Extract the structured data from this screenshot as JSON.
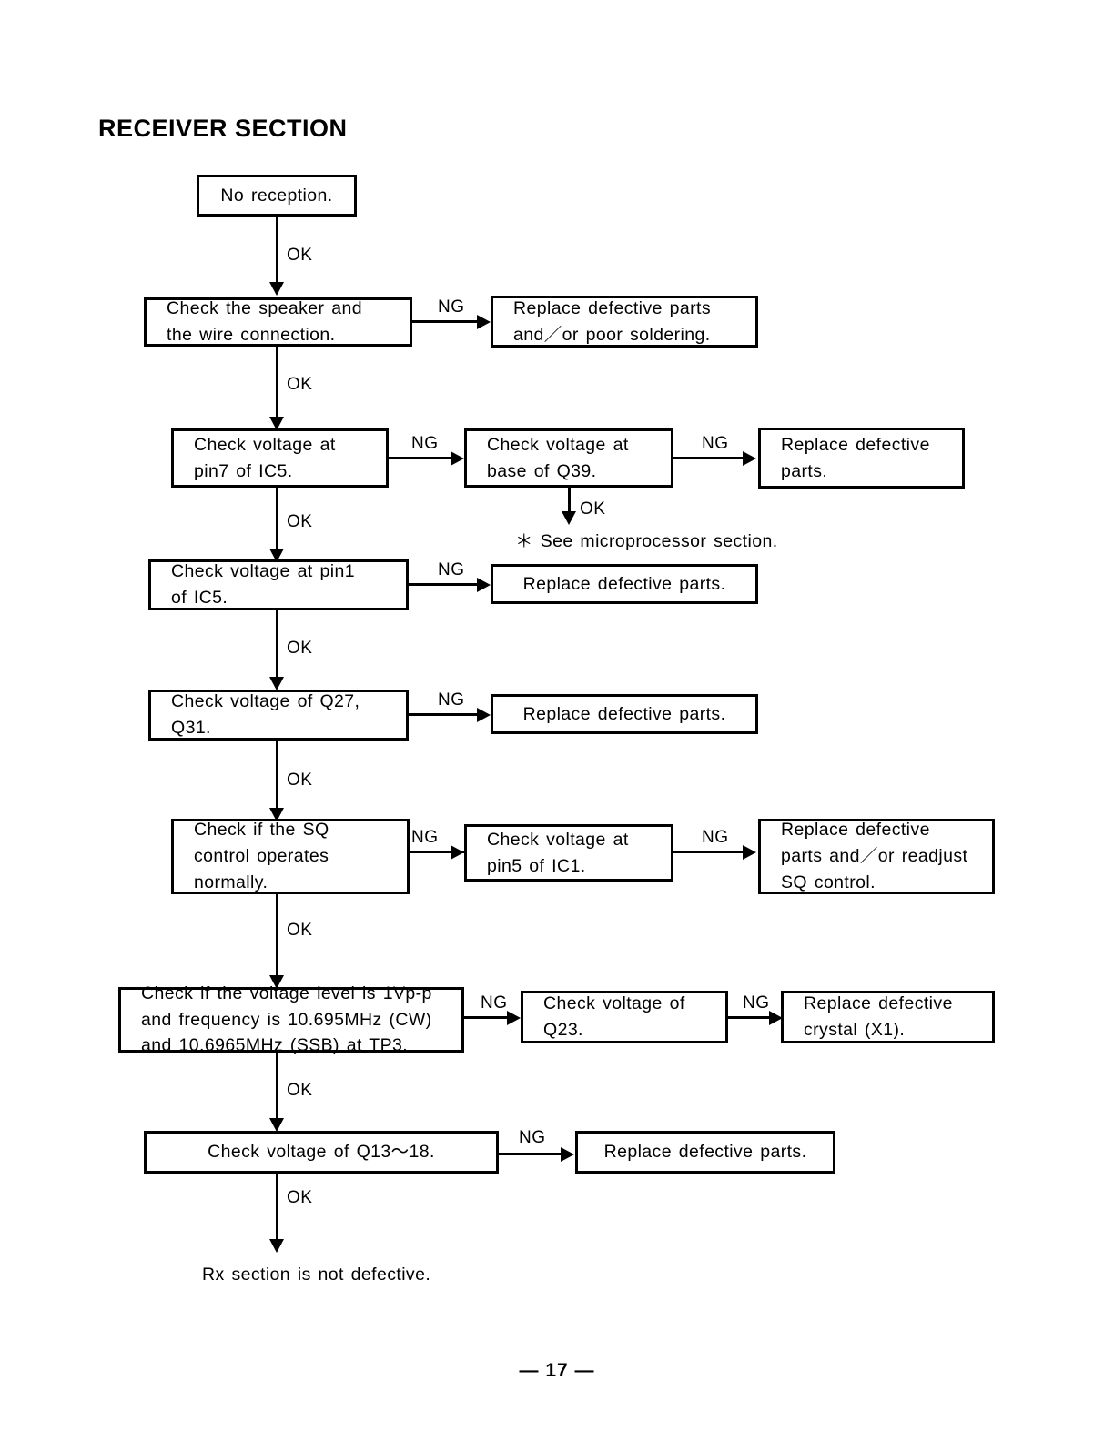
{
  "page": {
    "title": "RECEIVER SECTION",
    "page_number": "— 17 —"
  },
  "labels": {
    "ok": "OK",
    "ng": "NG"
  },
  "nodes": {
    "start": "No reception.",
    "check_speaker": "Check the speaker and\nthe wire connection.",
    "replace_speaker": "Replace defective parts\nand／or poor soldering.",
    "check_ic5_pin7": "Check voltage at\npin7 of IC5.",
    "check_q39_base": "Check voltage at\nbase of Q39.",
    "replace_parts_1": "Replace defective\nparts.",
    "micro_note": "＊ See microprocessor section.",
    "check_ic5_pin1": "Check voltage at pin1\nof IC5.",
    "replace_parts_2": "Replace defective parts.",
    "check_q27_q31": "Check voltage of Q27,\nQ31.",
    "replace_parts_3": "Replace defective parts.",
    "check_sq": "Check if the SQ\ncontrol operates\nnormally.",
    "check_ic1_pin5": "Check voltage at\npin5 of IC1.",
    "replace_sq": "Replace defective\nparts and／or readjust\nSQ control.",
    "check_level": "Check if the voltage level is 1Vp-p\nand frequency is 10.695MHz (CW)\nand 10.6965MHz (SSB) at TP3.",
    "check_q23": "Check voltage of\nQ23.",
    "replace_crystal": "Replace defective\ncrystal (X1).",
    "check_q13_18": "Check voltage of Q13～18.",
    "replace_parts_4": "Replace defective parts.",
    "end": "Rx section is not defective."
  },
  "chart_data": {
    "type": "diagram",
    "title": "RECEIVER SECTION",
    "diagram_kind": "troubleshooting-flowchart",
    "nodes": [
      {
        "id": "start",
        "text": "No reception.",
        "kind": "terminal"
      },
      {
        "id": "check_speaker",
        "text": "Check the speaker and the wire connection.",
        "kind": "process"
      },
      {
        "id": "replace_speaker",
        "text": "Replace defective parts and/or poor soldering.",
        "kind": "action"
      },
      {
        "id": "check_ic5_pin7",
        "text": "Check voltage at pin7 of IC5.",
        "kind": "process"
      },
      {
        "id": "check_q39_base",
        "text": "Check voltage at base of Q39.",
        "kind": "process"
      },
      {
        "id": "replace_parts_1",
        "text": "Replace defective parts.",
        "kind": "action"
      },
      {
        "id": "micro_note",
        "text": "* See microprocessor section.",
        "kind": "note"
      },
      {
        "id": "check_ic5_pin1",
        "text": "Check voltage at pin1 of IC5.",
        "kind": "process"
      },
      {
        "id": "replace_parts_2",
        "text": "Replace defective parts.",
        "kind": "action"
      },
      {
        "id": "check_q27_q31",
        "text": "Check voltage of Q27, Q31.",
        "kind": "process"
      },
      {
        "id": "replace_parts_3",
        "text": "Replace defective parts.",
        "kind": "action"
      },
      {
        "id": "check_sq",
        "text": "Check if the SQ control operates normally.",
        "kind": "process"
      },
      {
        "id": "check_ic1_pin5",
        "text": "Check voltage at pin5 of IC1.",
        "kind": "process"
      },
      {
        "id": "replace_sq",
        "text": "Replace defective parts and/or readjust SQ control.",
        "kind": "action"
      },
      {
        "id": "check_level",
        "text": "Check if the voltage level is 1Vp-p and frequency is 10.695MHz (CW) and 10.6965MHz (SSB) at TP3.",
        "kind": "process"
      },
      {
        "id": "check_q23",
        "text": "Check voltage of Q23.",
        "kind": "process"
      },
      {
        "id": "replace_crystal",
        "text": "Replace defective crystal (X1).",
        "kind": "action"
      },
      {
        "id": "check_q13_18",
        "text": "Check voltage of Q13~18.",
        "kind": "process"
      },
      {
        "id": "replace_parts_4",
        "text": "Replace defective parts.",
        "kind": "action"
      },
      {
        "id": "end",
        "text": "Rx section is not defective.",
        "kind": "terminal"
      }
    ],
    "edges": [
      {
        "from": "start",
        "to": "check_speaker",
        "label": "OK"
      },
      {
        "from": "check_speaker",
        "to": "replace_speaker",
        "label": "NG"
      },
      {
        "from": "check_speaker",
        "to": "check_ic5_pin7",
        "label": "OK"
      },
      {
        "from": "check_ic5_pin7",
        "to": "check_q39_base",
        "label": "NG"
      },
      {
        "from": "check_q39_base",
        "to": "replace_parts_1",
        "label": "NG"
      },
      {
        "from": "check_q39_base",
        "to": "micro_note",
        "label": "OK"
      },
      {
        "from": "check_ic5_pin7",
        "to": "check_ic5_pin1",
        "label": "OK"
      },
      {
        "from": "check_ic5_pin1",
        "to": "replace_parts_2",
        "label": "NG"
      },
      {
        "from": "check_ic5_pin1",
        "to": "check_q27_q31",
        "label": "OK"
      },
      {
        "from": "check_q27_q31",
        "to": "replace_parts_3",
        "label": "NG"
      },
      {
        "from": "check_q27_q31",
        "to": "check_sq",
        "label": "OK"
      },
      {
        "from": "check_sq",
        "to": "check_ic1_pin5",
        "label": "NG"
      },
      {
        "from": "check_ic1_pin5",
        "to": "replace_sq",
        "label": "NG"
      },
      {
        "from": "check_sq",
        "to": "check_level",
        "label": "OK"
      },
      {
        "from": "check_level",
        "to": "check_q23",
        "label": "NG"
      },
      {
        "from": "check_q23",
        "to": "replace_crystal",
        "label": "NG"
      },
      {
        "from": "check_level",
        "to": "check_q13_18",
        "label": "OK"
      },
      {
        "from": "check_q13_18",
        "to": "replace_parts_4",
        "label": "NG"
      },
      {
        "from": "check_q13_18",
        "to": "end",
        "label": "OK"
      }
    ]
  }
}
